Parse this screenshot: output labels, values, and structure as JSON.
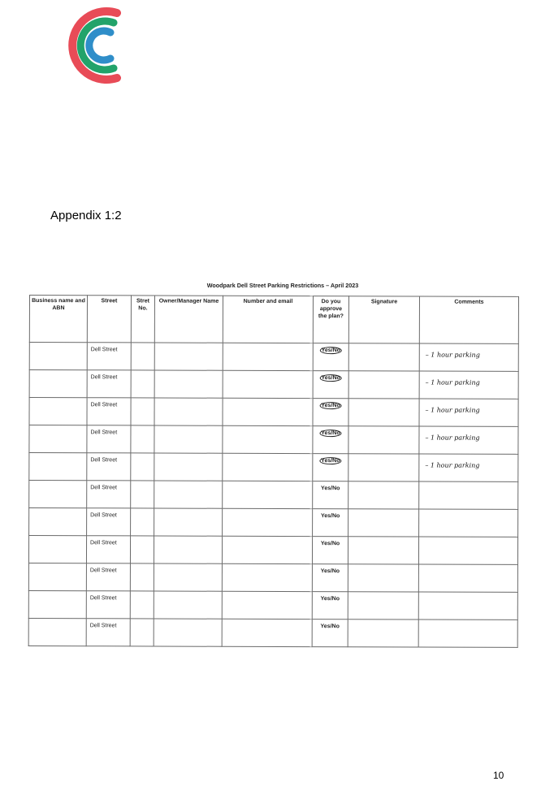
{
  "logo": {
    "icon": "c-rings-logo",
    "colors": [
      "#e84b57",
      "#22a36a",
      "#2f8ec9"
    ]
  },
  "appendix_label": "Appendix 1:2",
  "scan": {
    "title": "Woodpark Dell Street Parking Restrictions – April 2023",
    "headers": [
      "Business name and ABN",
      "Street",
      "Stret No.",
      "Owner/Manager Name",
      "Number and email",
      "Do you approve the plan?",
      "Signature",
      "Comments"
    ],
    "rows": [
      {
        "street": "Dell Street",
        "approve": "Yes/No",
        "comment": "– 1 hour parking"
      },
      {
        "street": "Dell Street",
        "approve": "Yes/No",
        "comment": "– 1 hour parking"
      },
      {
        "street": "Dell Street",
        "approve": "Yes/No",
        "comment": "– 1 hour parking"
      },
      {
        "street": "Dell Street",
        "approve": "Yes/No",
        "comment": "– 1 hour parking"
      },
      {
        "street": "Dell Street",
        "approve": "Yes/No",
        "comment": "– 1 hour parking"
      },
      {
        "street": "Dell Street",
        "approve": "Yes/No",
        "comment": ""
      },
      {
        "street": "Dell Street",
        "approve": "Yes/No",
        "comment": ""
      },
      {
        "street": "Dell Street",
        "approve": "Yes/No",
        "comment": ""
      },
      {
        "street": "Dell Street",
        "approve": "Yes/No",
        "comment": ""
      },
      {
        "street": "Dell Street",
        "approve": "Yes/No",
        "comment": ""
      },
      {
        "street": "Dell Street",
        "approve": "Yes/No",
        "comment": ""
      }
    ]
  },
  "page_number": "10"
}
